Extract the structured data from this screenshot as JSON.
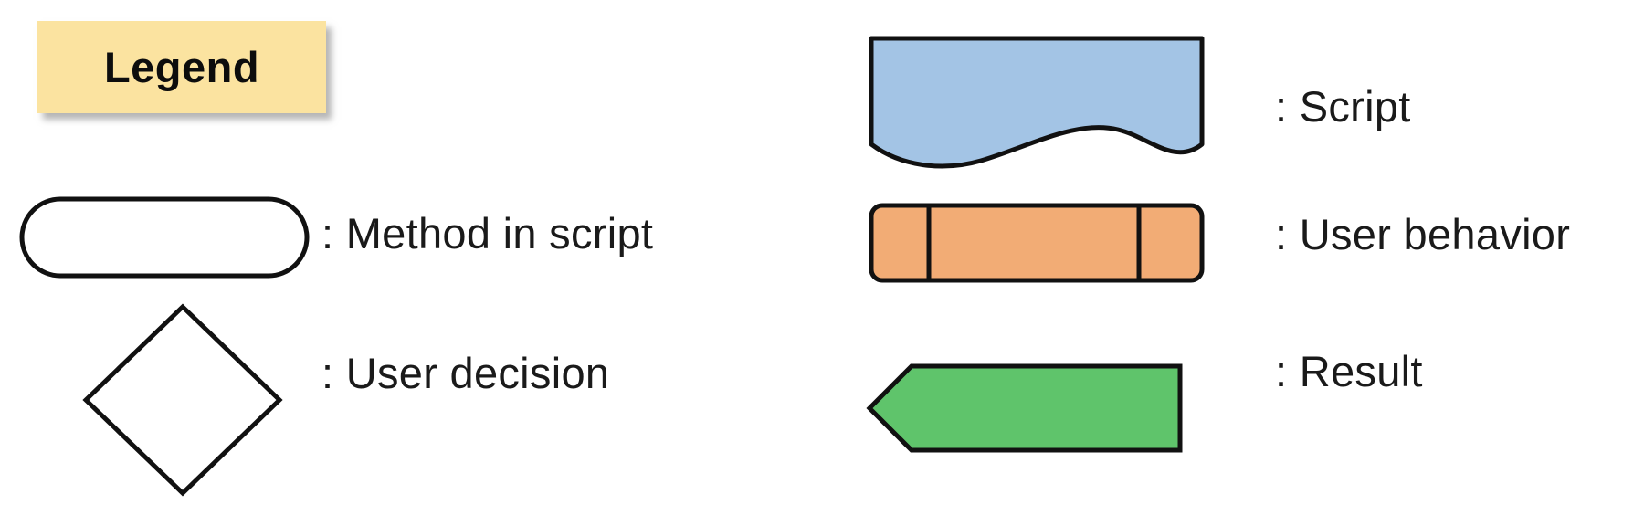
{
  "title": {
    "text": "Legend",
    "background_color": "#FBE3A0",
    "text_color": "#0D0D0D"
  },
  "colors": {
    "script_fill": "#A3C4E5",
    "user_behavior_fill": "#F2AC75",
    "result_fill": "#5FC46B",
    "method_fill": "#FFFFFF",
    "decision_fill": "#FFFFFF",
    "stroke": "#111111",
    "background": "#FFFFFF"
  },
  "legend_items": [
    {
      "id": "method-in-script",
      "shape": "rounded-rectangle",
      "label": ": Method in script",
      "fill": "#FFFFFF",
      "column": "left",
      "row": 1
    },
    {
      "id": "user-decision",
      "shape": "diamond",
      "label": ": User decision",
      "fill": "#FFFFFF",
      "column": "left",
      "row": 2
    },
    {
      "id": "script",
      "shape": "document-wave",
      "label": ": Script",
      "fill": "#A3C4E5",
      "column": "right",
      "row": 1
    },
    {
      "id": "user-behavior",
      "shape": "predefined-process",
      "label": ": User behavior",
      "fill": "#F2AC75",
      "column": "right",
      "row": 2
    },
    {
      "id": "result",
      "shape": "left-arrow-pentagon",
      "label": ": Result",
      "fill": "#5FC46B",
      "column": "right",
      "row": 3
    }
  ]
}
